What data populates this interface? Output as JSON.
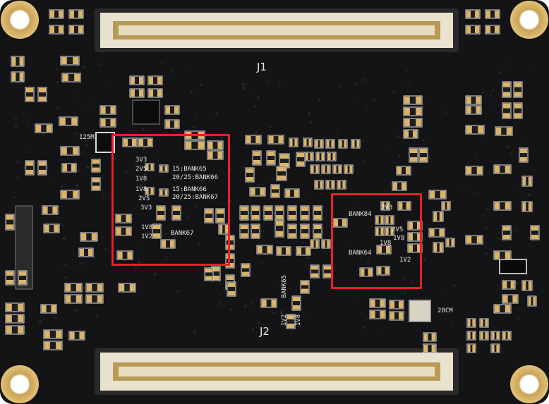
{
  "colors": {
    "pcb": "#141416",
    "pad_gold": "#d9b36a",
    "connector_body": "#e8e2cf",
    "connector_slot": "#b99a55",
    "highlight": "#e8202a",
    "silkscreen": "#e6e6e6"
  },
  "connectors": {
    "top_label": "J1",
    "bottom_label": "J2"
  },
  "crystals": {
    "left_label": "125M",
    "right_label": "20CM"
  },
  "left_region": {
    "voltages_a": [
      "3V3",
      "2V5",
      "1V8"
    ],
    "banks_a": [
      "15:BANK65",
      "20/25:BANK66"
    ],
    "voltages_b": [
      "1V8",
      "2V5"
    ],
    "banks_b": [
      "15:BANK66",
      "20/25:BANK67"
    ],
    "v3v3": "3V3",
    "voltages_c": [
      "1V8",
      "1V2"
    ],
    "bank_c": "BANK67"
  },
  "right_region": {
    "bank_top": "BANK84",
    "v_top": "3V3",
    "v_mid_a": "2V5",
    "v_mid_b": "1V8",
    "v_mid_c": "1V8",
    "bank_bottom": "BANK64",
    "v_bottom": "1V2"
  },
  "center_labels": {
    "bank": "BANK65",
    "v_a": "1V2",
    "v_b": "1V8"
  }
}
